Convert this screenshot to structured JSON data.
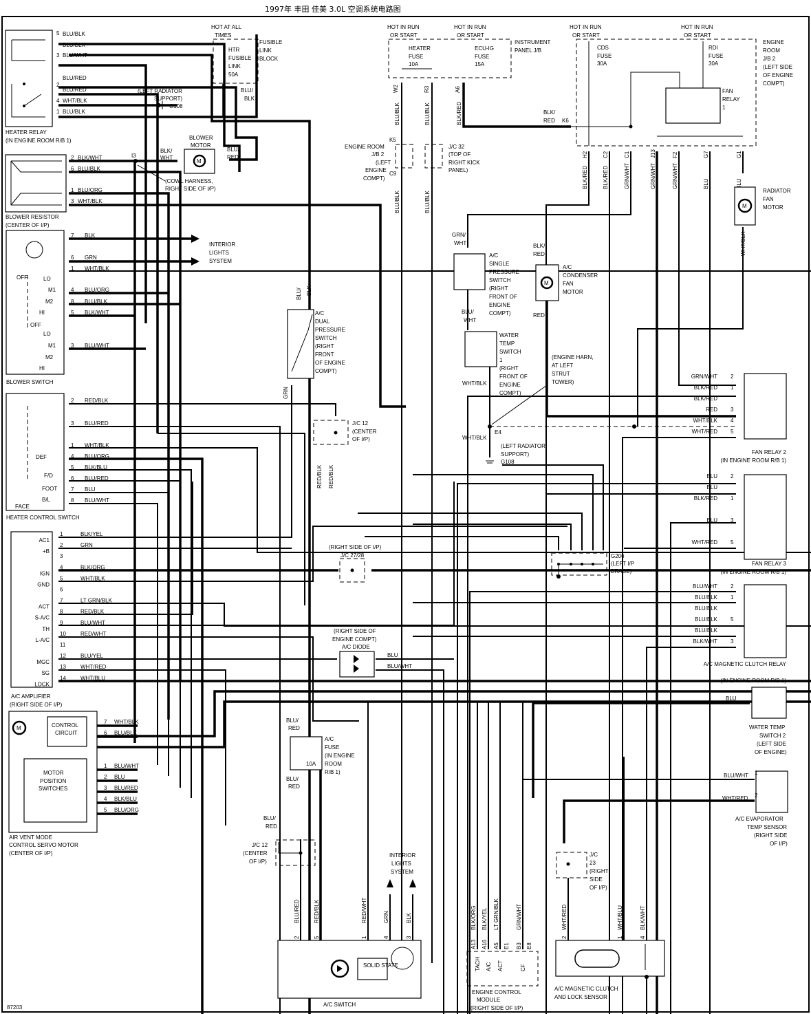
{
  "title": "1997年 丰田 佳美 3.0L 空调系统电路图",
  "figure_id": "87203",
  "power_sources": [
    {
      "label": "HOT AT ALL TIMES"
    },
    {
      "label": "HOT IN RUN OR START"
    },
    {
      "label": "HOT IN RUN OR START"
    },
    {
      "label": "HOT IN RUN OR START"
    },
    {
      "label": "HOT IN RUN OR START"
    }
  ],
  "fuses": [
    {
      "name": "HTR FUSIBLE LINK",
      "rating": "50A",
      "block": "FUSIBLE LINK BLOCK"
    },
    {
      "name": "HEATER FUSE",
      "rating": "10A",
      "block": "INSTRUMENT PANEL J/B"
    },
    {
      "name": "ECU-IG FUSE",
      "rating": "15A",
      "block": "INSTRUMENT PANEL J/B"
    },
    {
      "name": "CDS FUSE",
      "rating": "30A",
      "block": "ENGINE ROOM J/B 2"
    },
    {
      "name": "RDI FUSE",
      "rating": "30A",
      "block": "ENGINE ROOM J/B 2"
    },
    {
      "name": "A/C FUSE",
      "rating": "10A",
      "block": "IN ENGINE ROOM R/B 1"
    }
  ],
  "components": {
    "heater_relay": {
      "name": "HEATER RELAY",
      "location": "(IN ENGINE ROOM R/B 1)",
      "pins": [
        {
          "pin": "5",
          "wire": "BLU/BLK"
        },
        {
          "pin": "",
          "wire": "BLU/BLK"
        },
        {
          "pin": "3",
          "wire": "BLU/WHT"
        },
        {
          "pin": "",
          "wire": "BLU/RED"
        },
        {
          "pin": "2",
          "wire": "BLU/RED"
        },
        {
          "pin": "4",
          "wire": "WHT/BLK"
        },
        {
          "pin": "1",
          "wire": "BLU/BLK"
        }
      ]
    },
    "blower_resistor": {
      "name": "BLOWER RESISTOR",
      "location": "(CENTER OF I/P)",
      "pins": [
        {
          "pin": "2",
          "wire": "BLK/WHT"
        },
        {
          "pin": "6",
          "wire": "BLU/BLK"
        },
        {
          "pin": "1",
          "wire": "BLU/ORG"
        },
        {
          "pin": "3",
          "wire": "WHT/BLK"
        }
      ]
    },
    "blower_motor": {
      "name": "BLOWER MOTOR",
      "in_wire": "BLK/ WHT",
      "out_wire": "BLU/ RED",
      "splice": "I3",
      "splice_note": "(COWL HARNESS, RIGHT SIDE OF I/P)"
    },
    "ground_g108_top": {
      "id": "G108",
      "location": "(LEFT RADIATOR SUPPORT)"
    },
    "blower_switch": {
      "name": "BLOWER SWITCH",
      "pins": [
        {
          "pin": "7",
          "wire": "BLK"
        },
        {
          "pin": "6",
          "wire": "GRN"
        },
        {
          "pin": "1",
          "wire": "WHT/BLK"
        },
        {
          "pin": "4",
          "wire": "BLU/ORG"
        },
        {
          "pin": "8",
          "wire": "BLU/BLK"
        },
        {
          "pin": "5",
          "wire": "BLK/WHT"
        },
        {
          "pin": "3",
          "wire": "BLU/WHT"
        }
      ],
      "positions": [
        "OFF",
        "LO",
        "M1",
        "M2",
        "HI",
        "OFF",
        "LO",
        "M1",
        "M2",
        "HI"
      ]
    },
    "interior_lights": {
      "label": "INTERIOR LIGHTS SYSTEM"
    },
    "heater_control_switch": {
      "name": "HEATER CONTROL SWITCH",
      "pins": [
        {
          "pin": "2",
          "wire": "RED/BLK"
        },
        {
          "pin": "3",
          "wire": "BLU/RED"
        },
        {
          "pin": "1",
          "wire": "WHT/BLK"
        },
        {
          "pin": "4",
          "wire": "BLU/ORG"
        },
        {
          "pin": "5",
          "wire": "BLK/BLU"
        },
        {
          "pin": "6",
          "wire": "BLU/RED"
        },
        {
          "pin": "7",
          "wire": "BLU"
        },
        {
          "pin": "8",
          "wire": "BLU/WHT"
        }
      ],
      "positions": [
        "DEF",
        "F/D",
        "FOOT",
        "B/L",
        "FACE"
      ]
    },
    "ac_amplifier": {
      "name": "A/C AMPLIFIER",
      "location": "(RIGHT SIDE OF I/P)",
      "pins": [
        {
          "pin": "1",
          "term": "AC1",
          "wire": "BLK/YEL"
        },
        {
          "pin": "2",
          "term": "+B",
          "wire": "GRN"
        },
        {
          "pin": "3",
          "term": "",
          "wire": ""
        },
        {
          "pin": "4",
          "term": "IGN",
          "wire": "BLK/ORG"
        },
        {
          "pin": "5",
          "term": "GND",
          "wire": "WHT/BLK"
        },
        {
          "pin": "6",
          "term": "",
          "wire": ""
        },
        {
          "pin": "7",
          "term": "ACT",
          "wire": "LT GRN/BLK"
        },
        {
          "pin": "8",
          "term": "S-A/C",
          "wire": "RED/BLK"
        },
        {
          "pin": "9",
          "term": "TH",
          "wire": "BLU/WHT"
        },
        {
          "pin": "10",
          "term": "L-A/C",
          "wire": "RED/WHT"
        },
        {
          "pin": "11",
          "term": "",
          "wire": ""
        },
        {
          "pin": "12",
          "term": "MGC",
          "wire": "BLU/YEL"
        },
        {
          "pin": "13",
          "term": "SG",
          "wire": "WHT/RED"
        },
        {
          "pin": "14",
          "term": "LOCK",
          "wire": "WHT/BLU"
        }
      ]
    },
    "servo_motor": {
      "name": "AIR VENT MODE CONTROL SERVO MOTOR",
      "location": "(CENTER OF I/P)",
      "control_label": "CONTROL CIRCUIT",
      "switch_label": "MOTOR POSITION SWITCHES",
      "pins": [
        {
          "pin": "7",
          "wire": "WHT/BLK"
        },
        {
          "pin": "6",
          "wire": "BLU/BLK"
        },
        {
          "pin": "1",
          "wire": "BLU/WHT"
        },
        {
          "pin": "2",
          "wire": "BLU"
        },
        {
          "pin": "3",
          "wire": "BLU/RED"
        },
        {
          "pin": "4",
          "wire": "BLK/BLU"
        },
        {
          "pin": "5",
          "wire": "BLU/ORG"
        }
      ]
    },
    "dual_pressure_switch": {
      "name": "A/C DUAL PRESSURE SWITCH (RIGHT FRONT OF ENGINE COMPT)",
      "in_wire": "BLU/ BLK",
      "out_wire": "GRN"
    },
    "single_pressure_switch": {
      "name": "A/C SINGLE PRESSURE SWITCH (RIGHT FRONT OF ENGINE COMPT)",
      "in_wire": "GRN/ WHT",
      "out_wire": "BLU/ WHT"
    },
    "water_temp_switch_1": {
      "name": "WATER TEMP SWITCH 1 (RIGHT FRONT OF ENGINE COMPT)",
      "out_wire": "WHT/BLK"
    },
    "condenser_fan_motor": {
      "name": "A/C CONDENSER FAN MOTOR",
      "in_wire": "BLK/ RED",
      "out_wire": "RED"
    },
    "splice_e4": {
      "id": "E4",
      "note": "(ENGINE HARN, AT LEFT STRUT TOWER)",
      "wire": "WHT/BLK",
      "ground": "G108",
      "ground_location": "(LEFT RADIATOR SUPPORT)"
    },
    "radiator_fan_motor": {
      "name": "RADIATOR FAN MOTOR",
      "in_wire": "BLU",
      "out_wire": "WHT/BLK"
    },
    "fan_relay_1": {
      "name": "FAN RELAY 1"
    },
    "engine_room_jb2": {
      "name": "ENGINE ROOM J/B 2 (LEFT SIDE OF ENGINE COMPT)",
      "terminals": [
        {
          "id": "K6",
          "wire": "BLK/ RED"
        },
        {
          "id": "H2",
          "wire": "BLK/RED"
        },
        {
          "id": "C2",
          "wire": "BLK/RED"
        },
        {
          "id": "C1",
          "wire": "GRN/WHT"
        },
        {
          "id": "J13",
          "wire": "GRN/WHT"
        },
        {
          "id": "F2",
          "wire": "GRN/WHT"
        },
        {
          "id": "G7",
          "wire": "BLU"
        },
        {
          "id": "G1",
          "wire": "BLU"
        }
      ]
    },
    "ip_jb_terminals": [
      {
        "id": "W2",
        "wire": "BLU/BLK"
      },
      {
        "id": "R3",
        "wire": "BLU/BLK"
      },
      {
        "id": "A6",
        "wire": "BLK/RED"
      }
    ],
    "jc_engine_room": {
      "label": "ENGINE ROOM J/B 2 (LEFT ENGINE COMPT)",
      "in": "K5",
      "out": "C9",
      "wire": "BLU/BLK"
    },
    "jc_32": {
      "label": "J/C 32 (TOP OF RIGHT KICK PANEL)",
      "wire": "BLU/BLK"
    },
    "fan_relay_2": {
      "name": "FAN RELAY 2",
      "location": "(IN ENGINE ROOM R/B 1)",
      "pins": [
        {
          "pin": "2",
          "wire": "GRN/WHT"
        },
        {
          "pin": "1",
          "wire": "BLK/RED"
        },
        {
          "pin": "",
          "wire": "BLK/RED"
        },
        {
          "pin": "3",
          "wire": "RED"
        },
        {
          "pin": "4",
          "wire": "WHT/BLK"
        },
        {
          "pin": "5",
          "wire": "WHT/RED"
        }
      ]
    },
    "fan_relay_3": {
      "name": "FAN RELAY 3",
      "location": "(IN ENGINE ROOM R/B 1)",
      "pins": [
        {
          "pin": "2",
          "wire": "BLU"
        },
        {
          "pin": "",
          "wire": "BLU"
        },
        {
          "pin": "1",
          "wire": "BLK/RED"
        },
        {
          "pin": "3",
          "wire": "BLU"
        },
        {
          "pin": "5",
          "wire": "WHT/RED"
        }
      ]
    },
    "clutch_relay": {
      "name": "A/C MAGNETIC CLUTCH RELAY",
      "location": "(IN ENGINE ROOM R/B 1)",
      "pins": [
        {
          "pin": "2",
          "wire": "BLU/WHT"
        },
        {
          "pin": "1",
          "wire": "BLU/BLK"
        },
        {
          "pin": "",
          "wire": "BLU/BLK"
        },
        {
          "pin": "5",
          "wire": "BLU/BLK"
        },
        {
          "pin": "",
          "wire": "BLU/BLK"
        },
        {
          "pin": "3",
          "wire": "BLK/WHT"
        }
      ]
    },
    "water_temp_switch_2": {
      "name": "WATER TEMP SWITCH 2 (LEFT SIDE OF ENGINE)",
      "wire": "BLU"
    },
    "evap_sensor": {
      "name": "A/C EVAPORATOR TEMP SENSOR (RIGHT SIDE OF I/P)",
      "pins": [
        {
          "pin": "1",
          "wire": "BLU/WHT"
        },
        {
          "pin": "2",
          "wire": "WHT/RED"
        }
      ]
    },
    "jc_12_center": {
      "label": "J/C 12 (CENTER OF I/P)",
      "wire": "RED/BLK"
    },
    "jc_2728": {
      "label": "J/C 27/28",
      "location": "(RIGHT SIDE OF I/P)"
    },
    "ac_diode": {
      "label": "A/C DIODE",
      "location": "(RIGHT SIDE OF ENGINE COMPT)",
      "wires": [
        "BLU",
        "BLU/WHT"
      ]
    },
    "g206": {
      "id": "G206",
      "location": "(LEFT I/P BRACE)"
    },
    "jc_12_lower": {
      "label": "J/C 12 (CENTER OF I/P)",
      "wire": "BLU/ RED"
    },
    "jc_23": {
      "label": "J/C 23 (RIGHT SIDE OF I/P)"
    },
    "ac_switch": {
      "name": "A/C SWITCH",
      "solid_state": "SOLID STATE",
      "pins": [
        {
          "pin": "2",
          "wire": "BLU/RED"
        },
        {
          "pin": "5",
          "wire": "RED/BLK"
        },
        {
          "pin": "1",
          "wire": "RED/WHT"
        },
        {
          "pin": "4",
          "wire": "GRN"
        },
        {
          "pin": "3",
          "wire": "BLK"
        }
      ]
    },
    "ecm": {
      "name": "ENGINE CONTROL MODULE",
      "location": "(RIGHT SIDE OF I/P)",
      "pins": [
        {
          "pin": "A13",
          "term": "TACH",
          "wire": "BLK/ORG"
        },
        {
          "pin": "A16",
          "term": "A/C",
          "wire": "BLK/YEL"
        },
        {
          "pin": "A5",
          "term": "ACT",
          "wire": "LT GRN/BLK"
        },
        {
          "pin": "E1",
          "term": "",
          "wire": ""
        },
        {
          "pin": "B3",
          "term": "CF",
          "wire": "GRN/WHT"
        },
        {
          "pin": "E8",
          "term": "",
          "wire": ""
        }
      ]
    },
    "clutch_lock_sensor": {
      "name": "A/C MAGNETIC CLUTCH AND LOCK SENSOR",
      "pins": [
        {
          "pin": "2",
          "wire": "WHT/RED"
        },
        {
          "pin": "1",
          "wire": "WHT/BLU"
        },
        {
          "pin": "4",
          "wire": "BLK/WHT"
        }
      ]
    }
  }
}
